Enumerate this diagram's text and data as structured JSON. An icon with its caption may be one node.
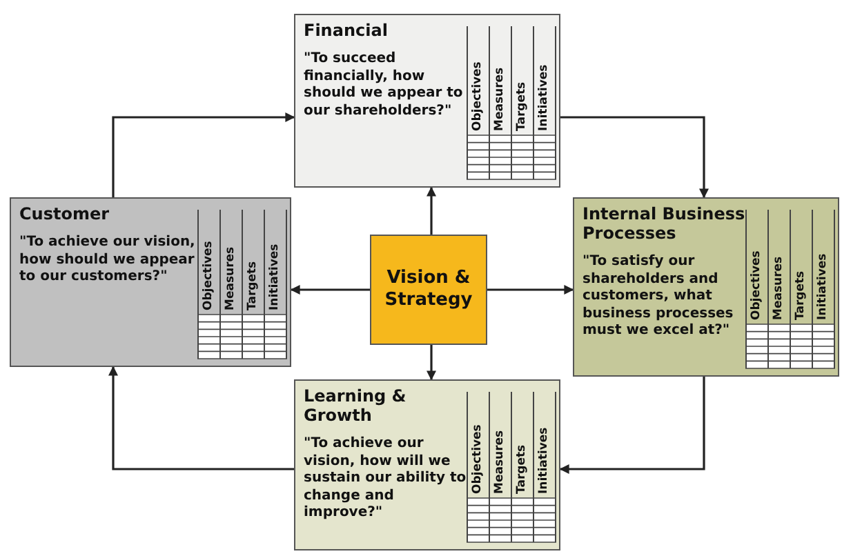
{
  "diagram": {
    "nodes": [
      {
        "text": [
          "Financial",
          "\"To succeed financially, how should we appear to our shareholders?\"",
          "Objectives",
          "Measures",
          "Targets",
          "Initiatives"
        ]
      },
      {
        "text": [
          "Customer",
          "\"To achieve our vision, how should we appear to our customers?\"",
          "Objectives",
          "Measures",
          "Targets",
          "Initiatives"
        ]
      },
      {
        "text": [
          "Internal Business Processes",
          "\"To satisfy our shareholders and customers, what business processes must we excel at?\"",
          "Objectives",
          "Measures",
          "Targets",
          "Initiatives"
        ]
      },
      {
        "text": [
          "Learning & Growth",
          "\"To achieve our vision, how will we sustain our ability to change and improve?\"",
          "Objectives",
          "Measures",
          "Targets",
          "Initiatives"
        ]
      },
      {
        "text": [
          "Vision & Strategy"
        ]
      }
    ],
    "edges": [
      {
        "from": 4,
        "to": 0,
        "arrow": "to"
      },
      {
        "from": 4,
        "to": 1,
        "arrow": "to"
      },
      {
        "from": 4,
        "to": 2,
        "arrow": "to"
      },
      {
        "from": 4,
        "to": 3,
        "arrow": "to"
      },
      {
        "from": 1,
        "to": 0,
        "arrow": "to"
      },
      {
        "from": 0,
        "to": 2,
        "arrow": "to"
      },
      {
        "from": 2,
        "to": 3,
        "arrow": "to"
      },
      {
        "from": 3,
        "to": 1,
        "arrow": "to"
      }
    ]
  }
}
